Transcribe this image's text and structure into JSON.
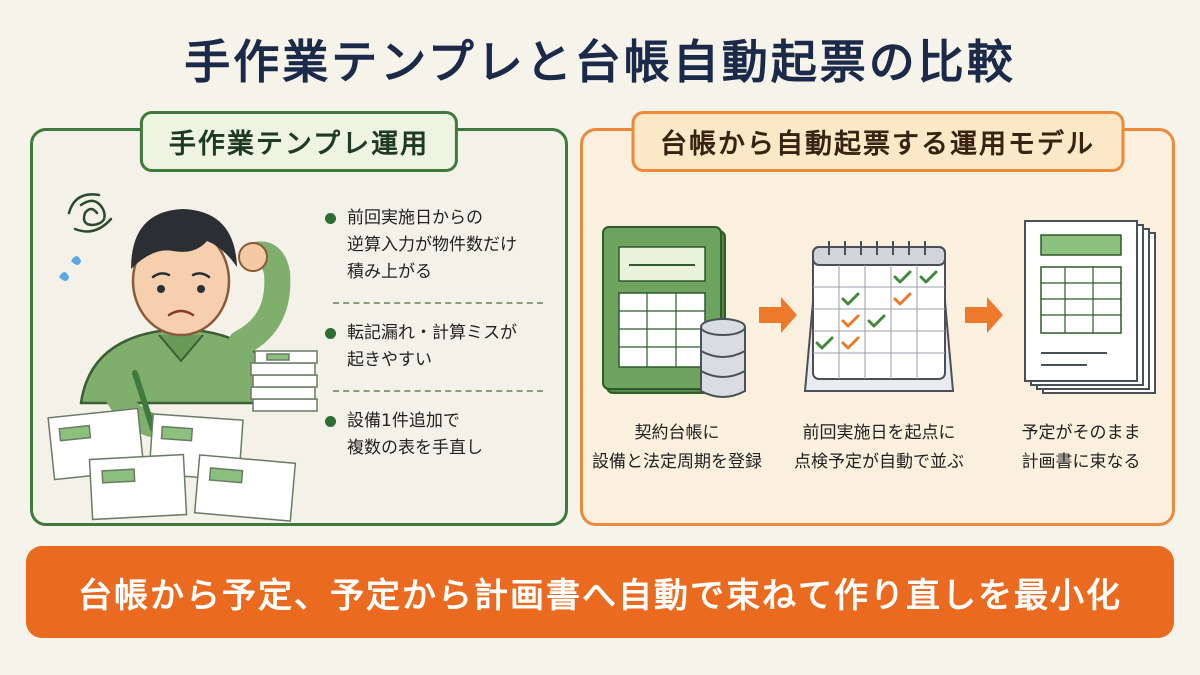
{
  "title": "手作業テンプレと台帳自動起票の比較",
  "left_panel": {
    "title": "手作業テンプレ運用",
    "bullets": [
      {
        "lines": [
          "前回実施日からの",
          "逆算入力が物件数だけ",
          "積み上がる"
        ]
      },
      {
        "lines": [
          "転記漏れ・計算ミスが",
          "起きやすい"
        ]
      },
      {
        "lines": [
          "設備1件追加で",
          "複数の表を手直し"
        ]
      }
    ]
  },
  "right_panel": {
    "title": "台帳から自動起票する運用モデル",
    "steps": [
      {
        "icon": "ledger-database-icon",
        "lines": [
          "契約台帳に",
          "設備と法定周期を登録"
        ]
      },
      {
        "icon": "calendar-check-icon",
        "lines": [
          "前回実施日を起点に",
          "点検予定が自動で並ぶ"
        ]
      },
      {
        "icon": "plan-documents-icon",
        "lines": [
          "予定がそのまま",
          "計画書に束なる"
        ]
      }
    ]
  },
  "banner": "台帳から予定、予定から計画書へ自動で束ねて作り直しを最小化",
  "colors": {
    "green": "#3f7a3c",
    "orange": "#ec8a3a",
    "banner": "#ea6a1f",
    "navy": "#1c2a4a"
  }
}
